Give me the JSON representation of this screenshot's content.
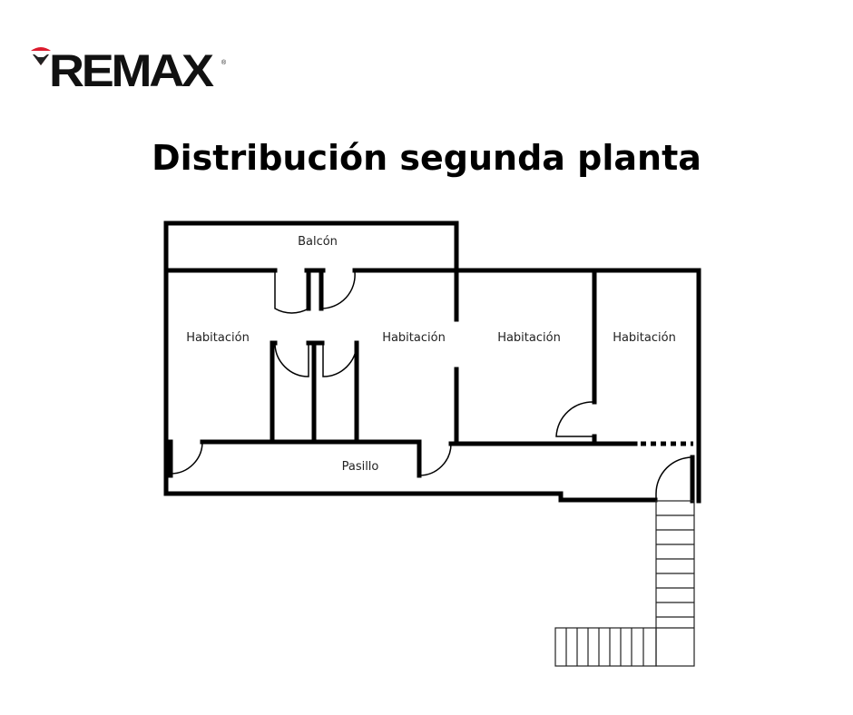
{
  "brand": {
    "name": "RE/MAX",
    "display_text": "REMAX",
    "registered_mark": "®",
    "colors": {
      "red": "#dc1c2e",
      "dark": "#111111",
      "white": "#ffffff"
    }
  },
  "page": {
    "title": "Distribución segunda planta"
  },
  "floor_plan": {
    "rooms": [
      {
        "id": "balcony",
        "label": "Balcón"
      },
      {
        "id": "bedroom-1",
        "label": "Habitación"
      },
      {
        "id": "bedroom-2",
        "label": "Habitación"
      },
      {
        "id": "bedroom-3",
        "label": "Habitación"
      },
      {
        "id": "bedroom-4",
        "label": "Habitación"
      },
      {
        "id": "hallway",
        "label": "Pasillo"
      }
    ],
    "colors": {
      "wall": "#000000",
      "door": "#000000",
      "stairs": "#222222"
    }
  }
}
